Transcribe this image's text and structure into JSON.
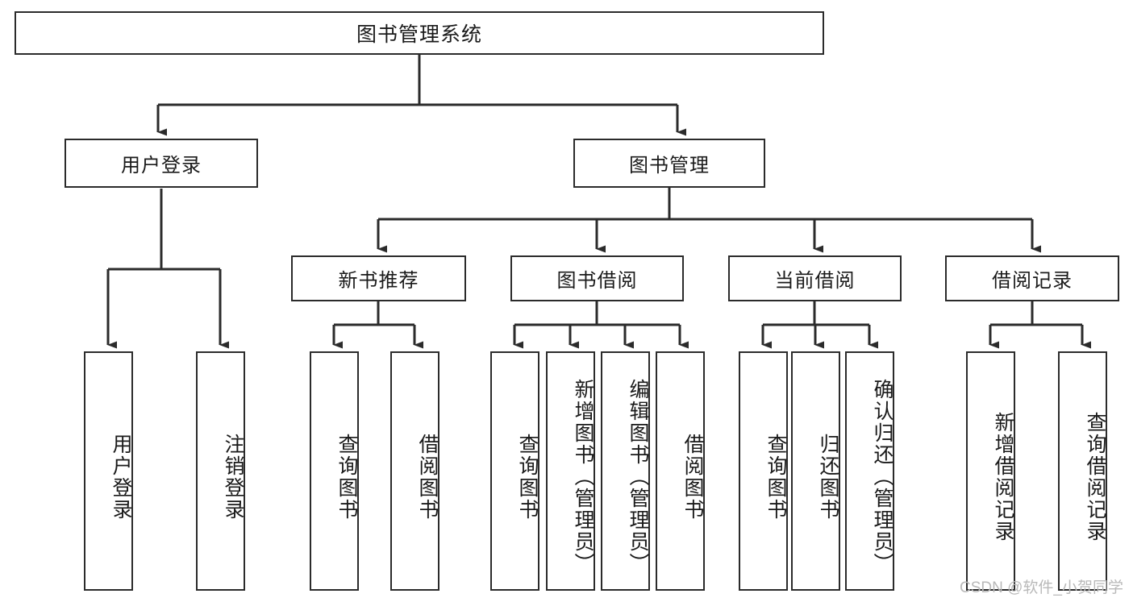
{
  "diagram": {
    "type": "tree",
    "title": "图书管理系统",
    "orientation": "top-down",
    "colors": {
      "box_border": "#2b2b2b",
      "box_fill": "#ffffff",
      "edge": "#2b2b2b",
      "text": "#1a1a1a",
      "watermark": "#b9b9b9"
    },
    "root": {
      "label": "图书管理系统"
    },
    "level2": {
      "user_login": "用户登录",
      "book_manage": "图书管理"
    },
    "level3": {
      "new_book_recommend": "新书推荐",
      "book_borrow": "图书借阅",
      "current_borrow": "当前借阅",
      "borrow_record": "借阅记录"
    },
    "leaves": {
      "user_login": [
        "用户登录",
        "注销登录"
      ],
      "new_book_recommend": [
        "查询图书",
        "借阅图书"
      ],
      "book_borrow": [
        "查询图书",
        "新增图书（管理员）",
        "编辑图书（管理员）",
        "借阅图书"
      ],
      "current_borrow": [
        "查询图书",
        "归还图书",
        "确认归还（管理员）"
      ],
      "borrow_record": [
        "新增借阅记录",
        "查询借阅记录"
      ]
    }
  },
  "watermark": {
    "text": "CSDN @软件_小贺同学"
  }
}
